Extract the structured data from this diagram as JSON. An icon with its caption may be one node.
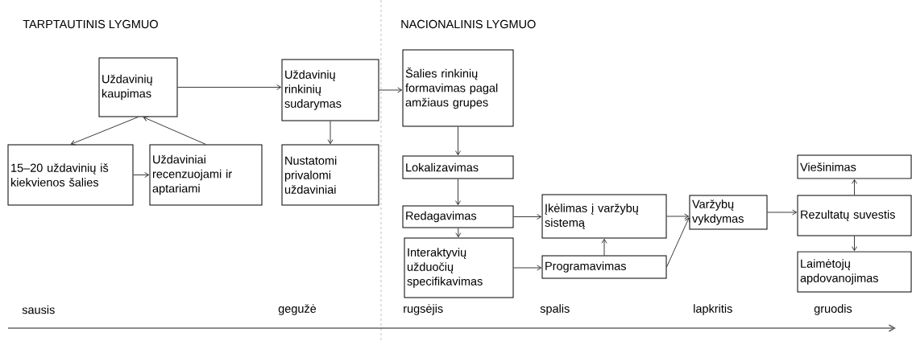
{
  "diagram": {
    "nodes": [
      {
        "text": [
          "Uždavinių kaupimas"
        ]
      },
      {
        "text": [
          "15–20 uždavinių iš kiekvienos šalies"
        ]
      },
      {
        "text": [
          "Uždaviniai recenzuojami ir aptariami"
        ]
      },
      {
        "text": [
          "Uždavinių rinkinių sudarymas"
        ]
      },
      {
        "text": [
          "Nustatomi privalomi uždaviniai"
        ]
      },
      {
        "text": [
          "Šalies rinkinių formavimas pagal amžiaus grupes"
        ]
      },
      {
        "text": [
          "Lokalizavimas"
        ]
      },
      {
        "text": [
          "Redagavimas"
        ]
      },
      {
        "text": [
          "Interaktyvių užduočių specifikavimas"
        ]
      },
      {
        "text": [
          "Įkėlimas į varžybų sistemą"
        ]
      },
      {
        "text": [
          "Programavimas"
        ]
      },
      {
        "text": [
          "Varžybų vykdymas"
        ]
      },
      {
        "text": [
          "Viešinimas"
        ]
      },
      {
        "text": [
          "Rezultatų suvestis"
        ]
      },
      {
        "text": [
          "Laimėtojų apdovanojimas"
        ]
      }
    ],
    "edges": [
      {
        "from": 0,
        "to": 1,
        "arrow": "to"
      },
      {
        "from": 2,
        "to": 0,
        "arrow": "to"
      },
      {
        "from": 1,
        "to": 2,
        "arrow": "to"
      },
      {
        "from": 0,
        "to": 3,
        "arrow": "to"
      },
      {
        "from": 3,
        "to": 4,
        "arrow": "to"
      },
      {
        "from": 3,
        "to": 5,
        "arrow": "to"
      },
      {
        "from": 5,
        "to": 6,
        "arrow": "to"
      },
      {
        "from": 6,
        "to": 7,
        "arrow": "to"
      },
      {
        "from": 7,
        "to": 9,
        "arrow": "to"
      },
      {
        "from": 7,
        "to": 8,
        "arrow": "to"
      },
      {
        "from": 8,
        "to": 10,
        "arrow": "to"
      },
      {
        "from": 10,
        "to": 9,
        "arrow": "to"
      },
      {
        "from": 9,
        "to": 11,
        "arrow": "to"
      },
      {
        "from": 10,
        "to": 11,
        "arrow": "to"
      },
      {
        "from": 11,
        "to": 13,
        "arrow": "to"
      },
      {
        "from": 13,
        "to": 12,
        "arrow": "to"
      },
      {
        "from": 13,
        "to": 14,
        "arrow": "to"
      }
    ],
    "labels": [
      "TARPTAUTINIS LYGMUO",
      "NACIONALINIS LYGMUO",
      "sausis",
      "gegužė",
      "rugsėjis",
      "spalis",
      "lapkritis",
      "gruodis"
    ]
  }
}
